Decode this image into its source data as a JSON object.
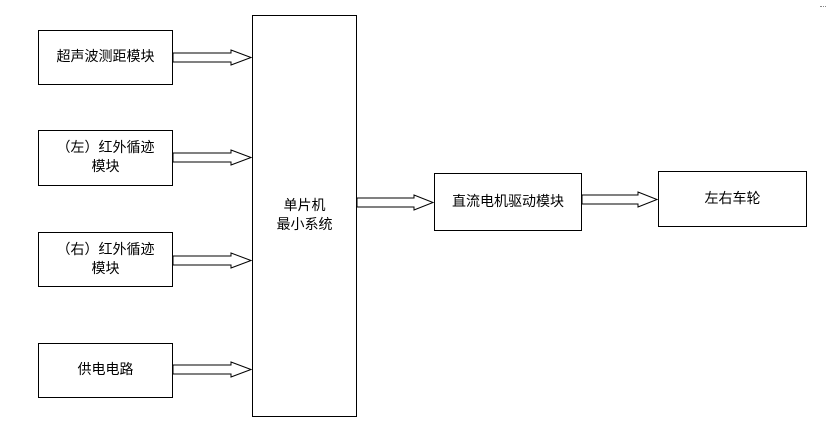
{
  "diagram": {
    "nodes": {
      "ultrasonic": "超声波测距模块",
      "left_ir": "（左）红外循迹\n模块",
      "right_ir": "（右）红外循迹\n模块",
      "power": "供电电路",
      "mcu": "单片机\n最小系统",
      "motor_driver": "直流电机驱动模块",
      "wheels": "左右车轮"
    },
    "edges": [
      {
        "from": "ultrasonic",
        "to": "mcu"
      },
      {
        "from": "left_ir",
        "to": "mcu"
      },
      {
        "from": "right_ir",
        "to": "mcu"
      },
      {
        "from": "power",
        "to": "mcu"
      },
      {
        "from": "mcu",
        "to": "motor_driver"
      },
      {
        "from": "motor_driver",
        "to": "wheels"
      }
    ],
    "colors": {
      "line": "#000000",
      "box_fill": "#ffffff",
      "background": "#ffffff"
    }
  }
}
